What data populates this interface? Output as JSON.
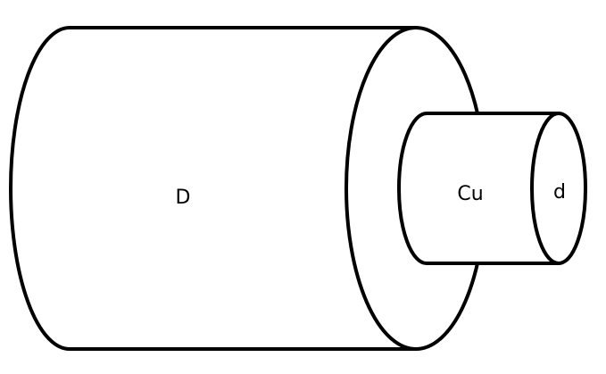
{
  "diagram": {
    "outer_cylinder_label": "D",
    "inner_cylinder_label": "Cu",
    "inner_end_label": "d"
  },
  "colors": {
    "stroke": "#000000",
    "fill": "#ffffff"
  }
}
